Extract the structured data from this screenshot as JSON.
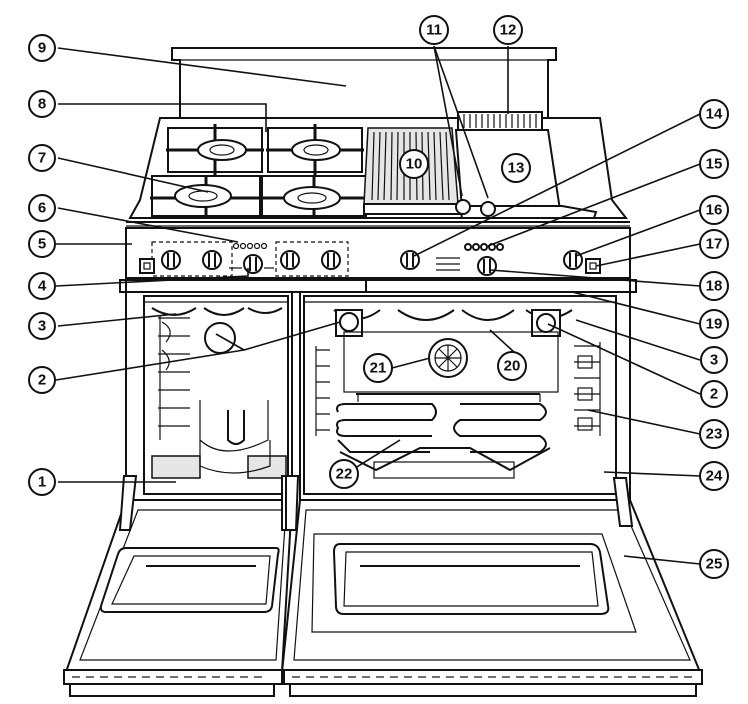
{
  "diagram": {
    "callouts": [
      {
        "label": "1"
      },
      {
        "label": "2"
      },
      {
        "label": "2"
      },
      {
        "label": "3"
      },
      {
        "label": "3"
      },
      {
        "label": "4"
      },
      {
        "label": "5"
      },
      {
        "label": "6"
      },
      {
        "label": "7"
      },
      {
        "label": "8"
      },
      {
        "label": "9"
      },
      {
        "label": "10"
      },
      {
        "label": "11"
      },
      {
        "label": "12"
      },
      {
        "label": "13"
      },
      {
        "label": "14"
      },
      {
        "label": "15"
      },
      {
        "label": "16"
      },
      {
        "label": "17"
      },
      {
        "label": "18"
      },
      {
        "label": "19"
      },
      {
        "label": "20"
      },
      {
        "label": "21"
      },
      {
        "label": "22"
      },
      {
        "label": "23"
      },
      {
        "label": "24"
      },
      {
        "label": "25"
      }
    ]
  }
}
